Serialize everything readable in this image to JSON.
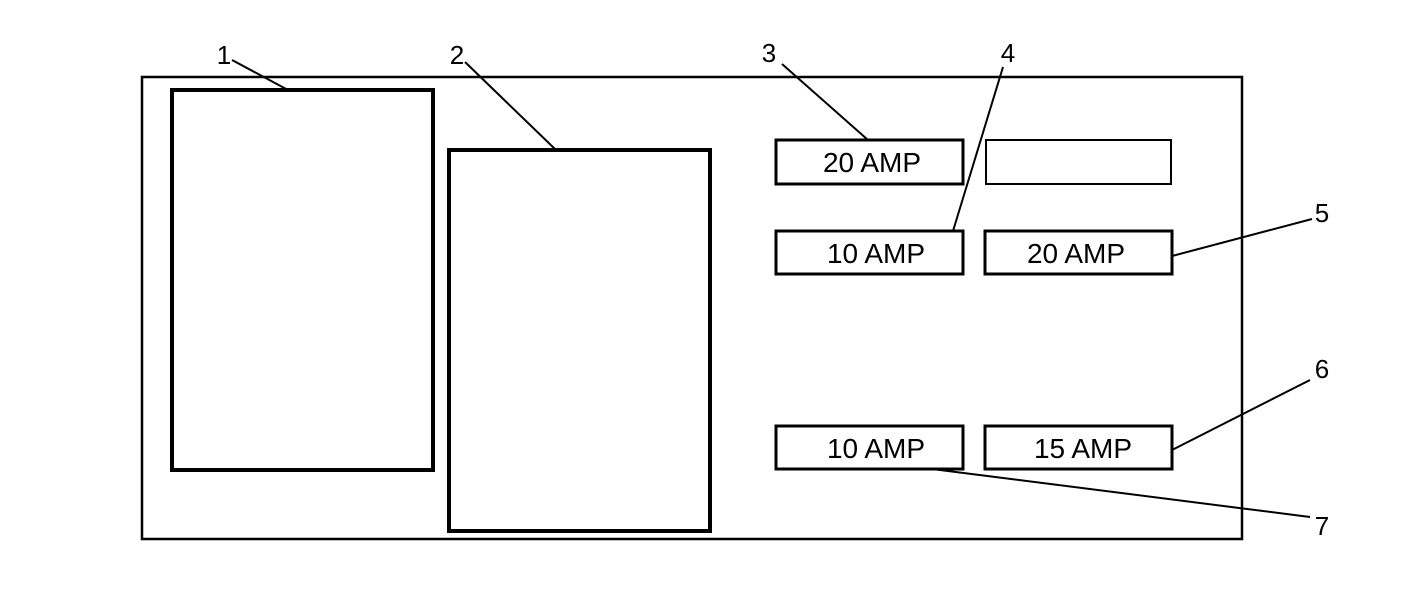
{
  "callouts": [
    "1",
    "2",
    "3",
    "4",
    "5",
    "6",
    "7"
  ],
  "fuses": {
    "fuse_3": "20 AMP",
    "fuse_blank": "",
    "fuse_4": "10 AMP",
    "fuse_5": "20 AMP",
    "fuse_7": "10 AMP",
    "fuse_6": "15 AMP"
  },
  "colors": {
    "line": "#000000",
    "background": "#ffffff"
  }
}
